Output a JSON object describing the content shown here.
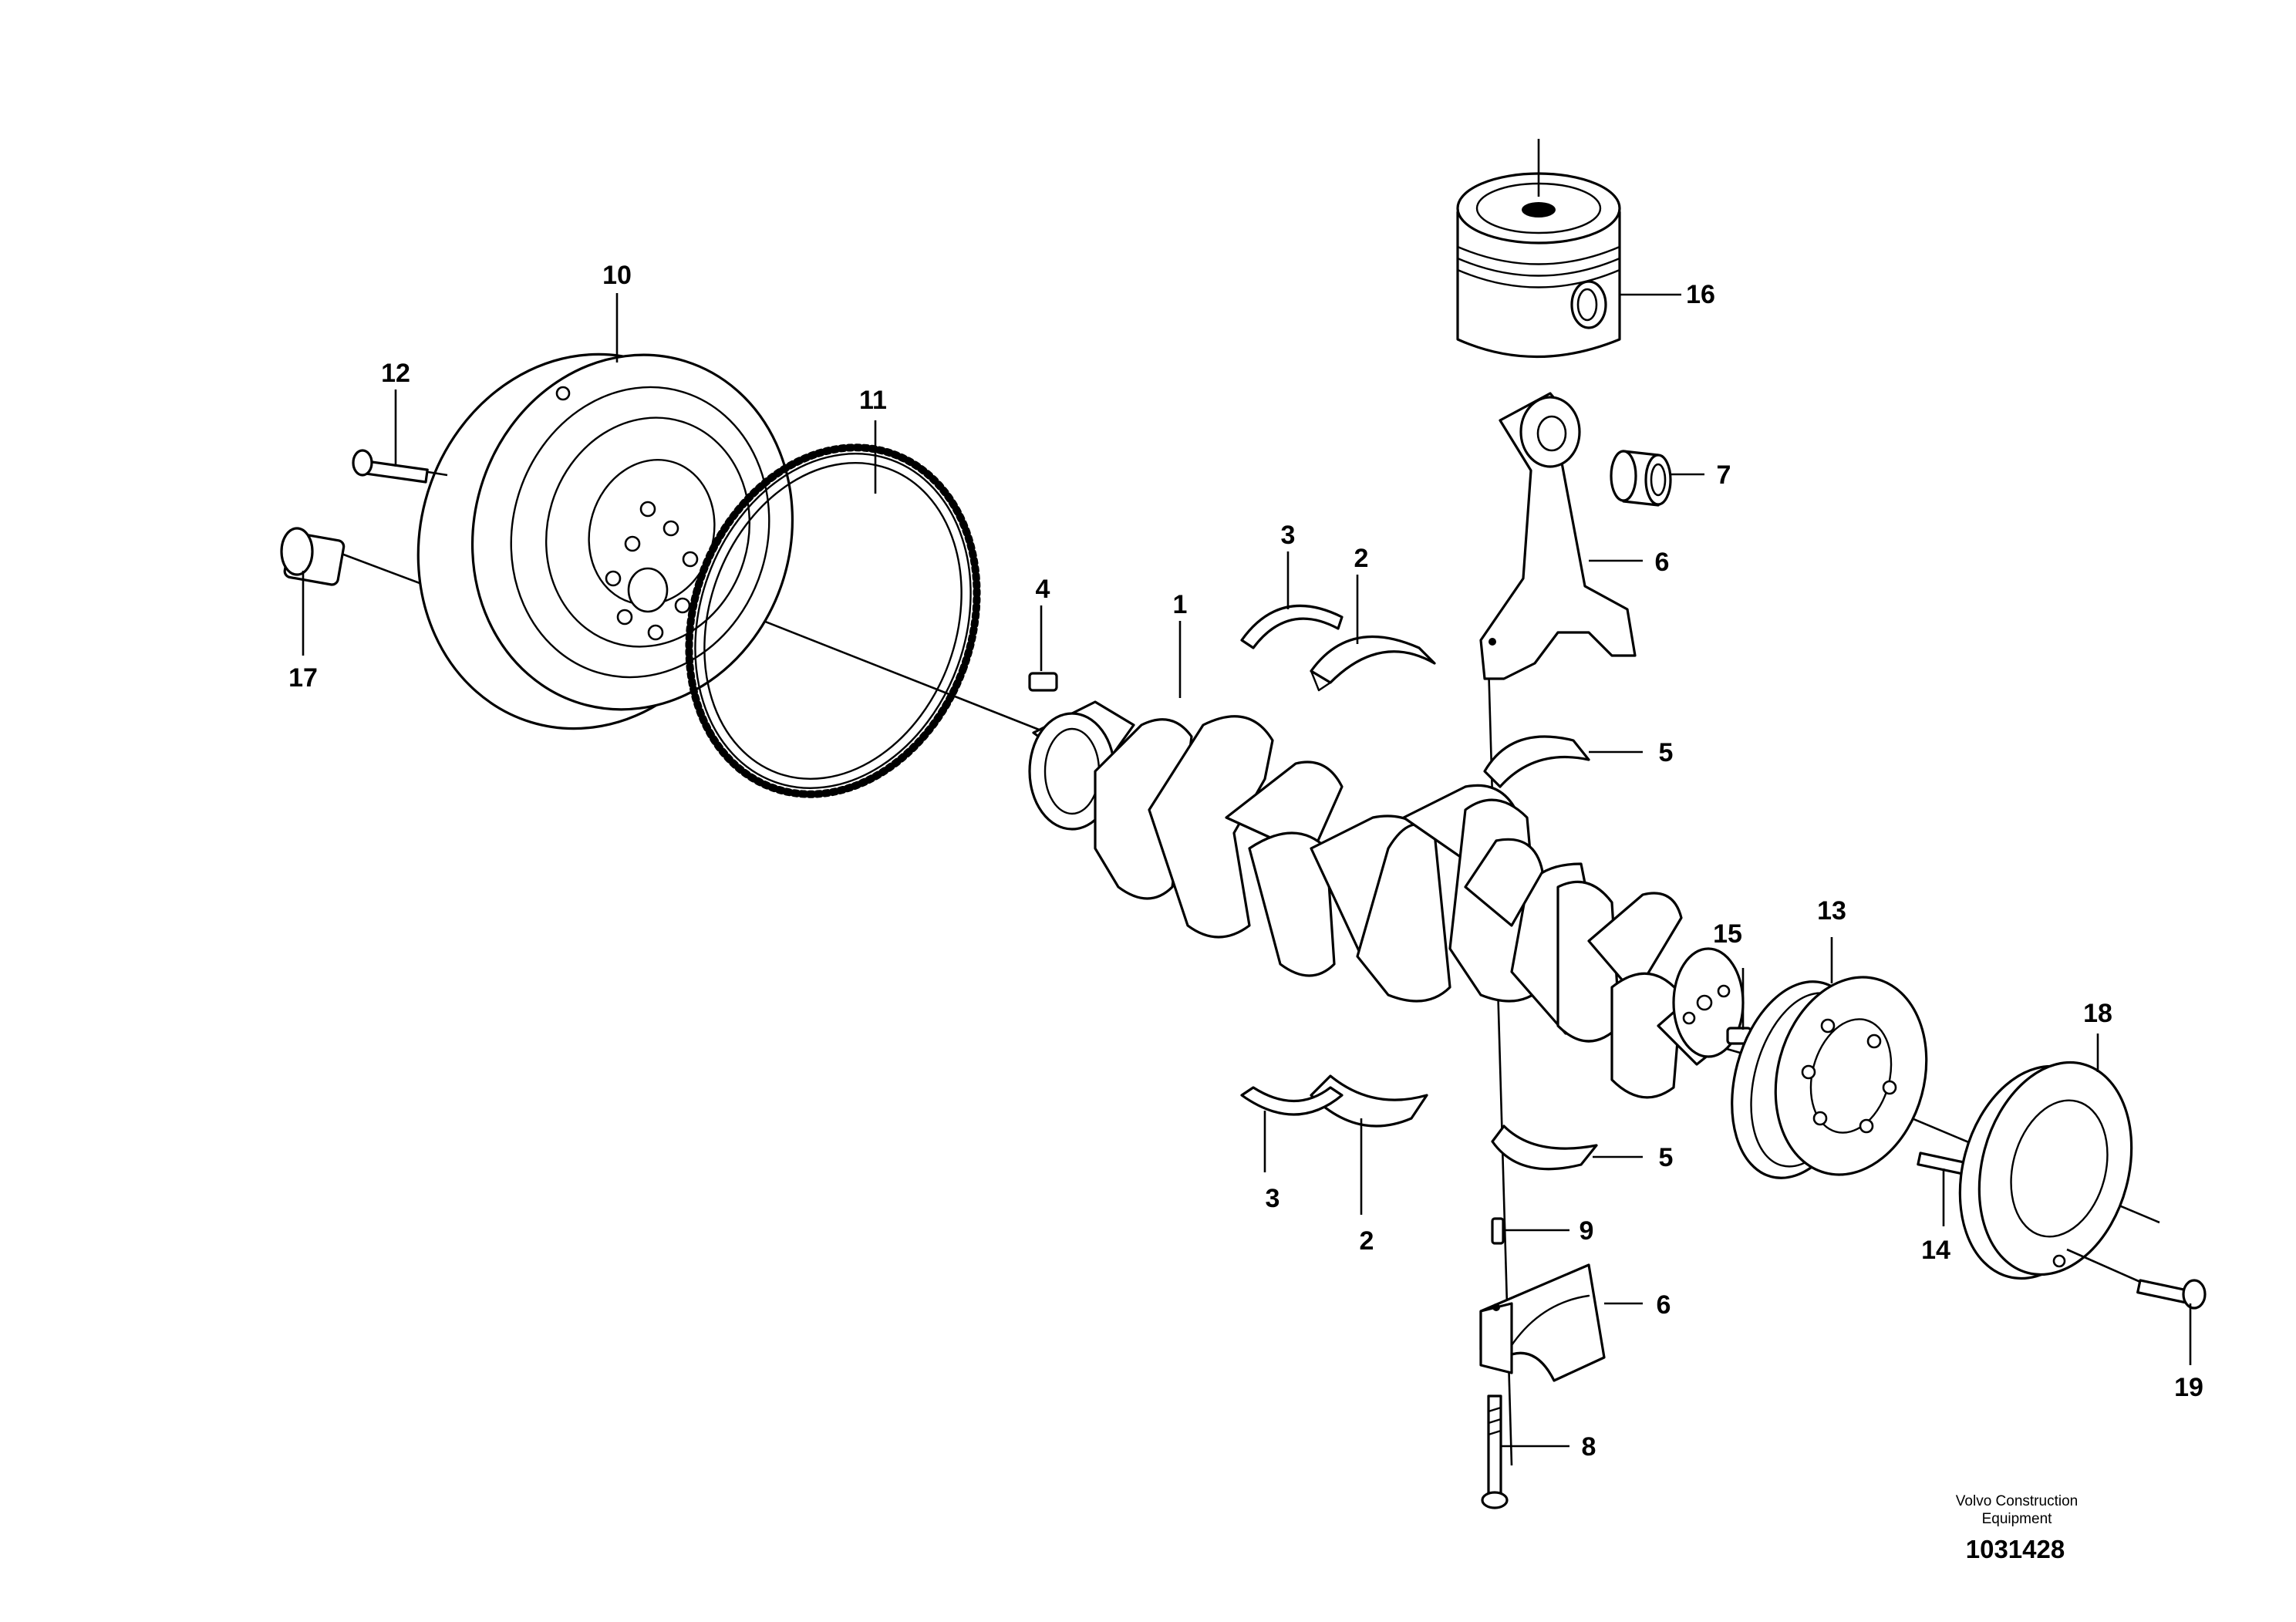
{
  "diagram": {
    "callouts": {
      "c1": "1",
      "c2a": "2",
      "c2b": "2",
      "c3a": "3",
      "c3b": "3",
      "c4": "4",
      "c5a": "5",
      "c5b": "5",
      "c6a": "6",
      "c6b": "6",
      "c7": "7",
      "c8": "8",
      "c9": "9",
      "c10": "10",
      "c11": "11",
      "c12": "12",
      "c13": "13",
      "c14": "14",
      "c15": "15",
      "c16": "16",
      "c17": "17",
      "c18": "18",
      "c19": "19"
    },
    "credit_line1": "Volvo Construction",
    "credit_line2": "Equipment",
    "document_number": "1031428"
  }
}
